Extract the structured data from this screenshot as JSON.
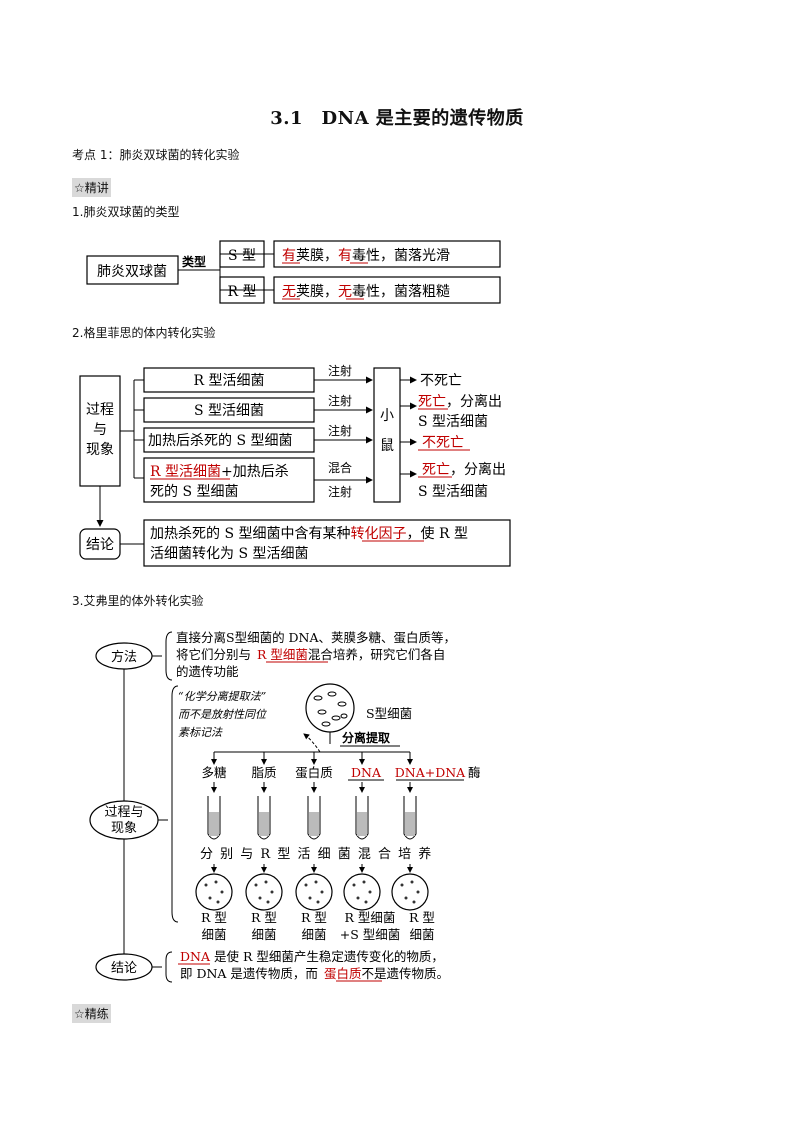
{
  "title": "3.1　DNA 是主要的遗传物质",
  "kaodian": "考点 1：肺炎双球菌的转化实验",
  "jingjiang": "☆精讲",
  "jinglian": "☆精练",
  "s1": {
    "heading": "1.肺炎双球菌的类型",
    "root": "肺炎双球菌",
    "branch_label": "类型",
    "s_type": "S 型",
    "r_type": "R 型",
    "s_desc": {
      "a": "有",
      "b": "荚膜，",
      "c": "有",
      "d": "毒性，菌落光滑"
    },
    "r_desc": {
      "a": "无",
      "b": "荚膜，",
      "c": "无",
      "d": "毒性，菌落粗糙"
    }
  },
  "s2": {
    "heading": "2.格里菲思的体内转化实验",
    "process": [
      "过程",
      "与",
      "现象"
    ],
    "rows": [
      "R 型活细菌",
      "S 型活细菌",
      "加热后杀死的 S 型细菌"
    ],
    "row4": {
      "red": "R 型活细菌",
      "rest1": "+加热后杀",
      "rest2": "死的 S 型细菌"
    },
    "arrows": [
      "注射",
      "注射",
      "注射",
      "混合",
      "注射"
    ],
    "mouse": [
      "小",
      "鼠"
    ],
    "results": {
      "r1": "不死亡",
      "r2a": "死亡",
      "r2b": "，分离出",
      "r2c": "S 型活细菌",
      "r3": "不死亡",
      "r4a": "死亡",
      "r4b": "，分离出",
      "r4c": "S 型活细菌"
    },
    "conclusion_label": "结论",
    "conclusion": {
      "a": "加热杀死的 S 型细菌中含有某种",
      "red": "转化因子",
      "b": "，使 R 型",
      "c": "活细菌转化为 S 型活细菌"
    }
  },
  "s3": {
    "heading": "3.艾弗里的体外转化实验",
    "method_label": "方法",
    "method": {
      "l1": "直接分离S型细菌的 DNA、荚膜多糖、蛋白质等，",
      "l2a": "将它们分别与",
      "red": "R 型细菌",
      "l2b": "混合培养，研究它们各自",
      "l3": "的遗传功能"
    },
    "note": [
      "“化学分离提取法”",
      "而不是放射性同位",
      "素标记法"
    ],
    "s_bacteria": "S型细菌",
    "separate": "分离提取",
    "process_label": [
      "过程与",
      "现象"
    ],
    "components": [
      "多糖",
      "脂质",
      "蛋白质",
      "DNA",
      "DNA+DNA"
    ],
    "enzyme": "酶",
    "mix_text": "分 别 与 R 型 活 细 菌 混 合 培 养",
    "results_top": [
      "R 型",
      "R 型",
      "R 型",
      "R 型细菌",
      "R 型"
    ],
    "results_bottom": [
      "细菌",
      "细菌",
      "细菌",
      "+S 型细菌",
      "细菌"
    ],
    "conclusion_label": "结论",
    "conclusion": {
      "red1": "DNA",
      "a": "是使 R 型细菌产生稳定遗传变化的物质，",
      "b": "即 DNA 是遗传物质，而",
      "red2": "蛋白质",
      "c": "不是遗传物质。"
    }
  },
  "colors": {
    "accent_red": "#c00000",
    "tag_gray": "#d9d9d9"
  }
}
